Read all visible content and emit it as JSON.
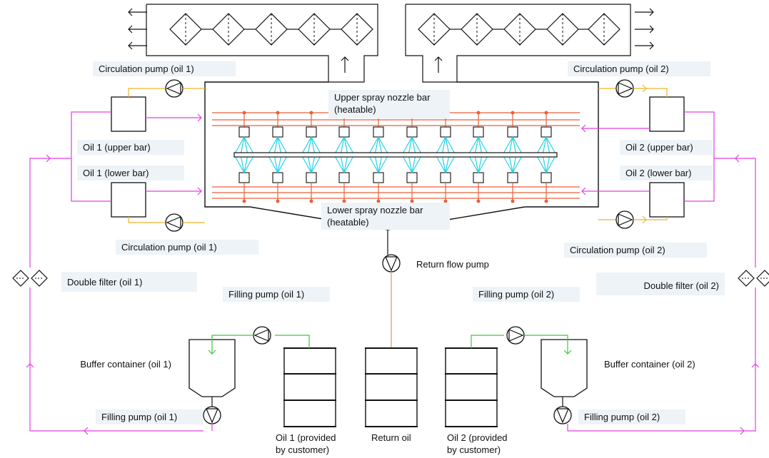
{
  "colors": {
    "line": "#111111",
    "oil_loop": "#e040e0",
    "circulation": "#f0b429",
    "heated_bar": "#e8603a",
    "nozzle_spray": "#22d3e6",
    "filling": "#3cc83c",
    "return_flow": "#e0926a",
    "label_bg": "#eef3f7"
  },
  "labels": {
    "circ_pump_tl": "Circulation pump (oil 1)",
    "circ_pump_tr": "Circulation pump (oil 2)",
    "circ_pump_bl": "Circulation pump (oil 1)",
    "circ_pump_br": "Circulation pump (oil 2)",
    "upper_bar": "Upper spray nozzle bar (heatable)",
    "lower_bar": "Lower spray nozzle bar (heatable)",
    "oil1_upper": "Oil 1 (upper bar)",
    "oil1_lower": "Oil 1 (lower bar)",
    "oil2_upper": "Oil 2 (upper bar)",
    "oil2_lower": "Oil 2 (lower bar)",
    "return_pump": "Return flow pump",
    "double_filter_1": "Double filter (oil 1)",
    "double_filter_2": "Double filter (oil 2)",
    "filling_pump_top_1": "Filling pump (oil 1)",
    "filling_pump_top_2": "Filling pump (oil 2)",
    "buffer_1": "Buffer container (oil 1)",
    "buffer_2": "Buffer container (oil 2)",
    "filling_pump_bottom_1": "Filling pump (oil 1)",
    "filling_pump_bottom_2": "Filling pump (oil 2)",
    "drum_oil1": "Oil 1 (provided by customer)",
    "drum_return": "Return oil",
    "drum_oil2": "Oil 2 (provided by customer)"
  }
}
